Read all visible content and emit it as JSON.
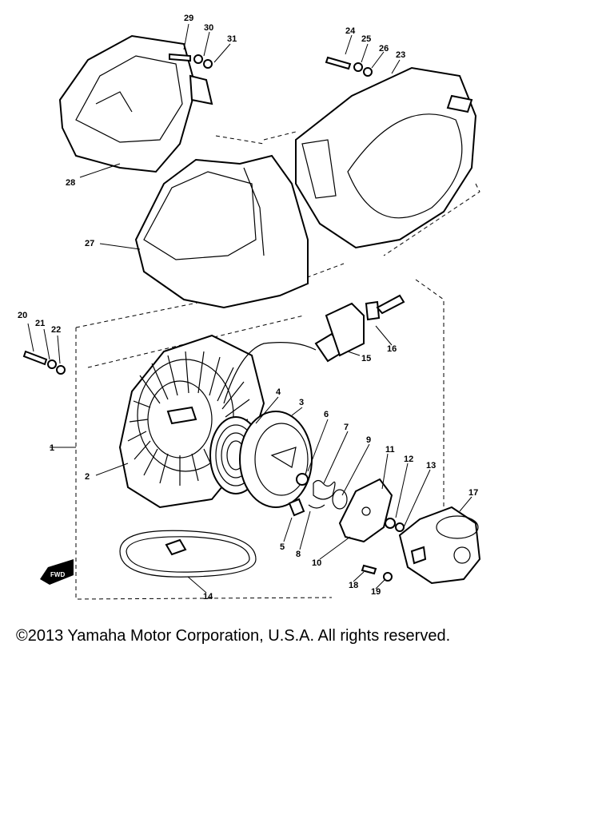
{
  "callouts": [
    {
      "id": "c1",
      "text": "1"
    },
    {
      "id": "c2",
      "text": "2"
    },
    {
      "id": "c3",
      "text": "3"
    },
    {
      "id": "c4",
      "text": "4"
    },
    {
      "id": "c5",
      "text": "5"
    },
    {
      "id": "c6",
      "text": "6"
    },
    {
      "id": "c7",
      "text": "7"
    },
    {
      "id": "c8",
      "text": "8"
    },
    {
      "id": "c9",
      "text": "9"
    },
    {
      "id": "c10",
      "text": "10"
    },
    {
      "id": "c11",
      "text": "11"
    },
    {
      "id": "c12",
      "text": "12"
    },
    {
      "id": "c13",
      "text": "13"
    },
    {
      "id": "c14",
      "text": "14"
    },
    {
      "id": "c15",
      "text": "15"
    },
    {
      "id": "c16",
      "text": "16"
    },
    {
      "id": "c17",
      "text": "17"
    },
    {
      "id": "c18",
      "text": "18"
    },
    {
      "id": "c19",
      "text": "19"
    },
    {
      "id": "c20",
      "text": "20"
    },
    {
      "id": "c21",
      "text": "21"
    },
    {
      "id": "c22",
      "text": "22"
    },
    {
      "id": "c23",
      "text": "23"
    },
    {
      "id": "c24",
      "text": "24"
    },
    {
      "id": "c25",
      "text": "25"
    },
    {
      "id": "c26",
      "text": "26"
    },
    {
      "id": "c27",
      "text": "27"
    },
    {
      "id": "c28",
      "text": "28"
    },
    {
      "id": "c29",
      "text": "29"
    },
    {
      "id": "c30",
      "text": "30"
    },
    {
      "id": "c31",
      "text": "31"
    }
  ],
  "forward_arrow_label": "FWD",
  "copyright": "©2013 Yamaha Motor Corporation, U.S.A. All rights reserved."
}
